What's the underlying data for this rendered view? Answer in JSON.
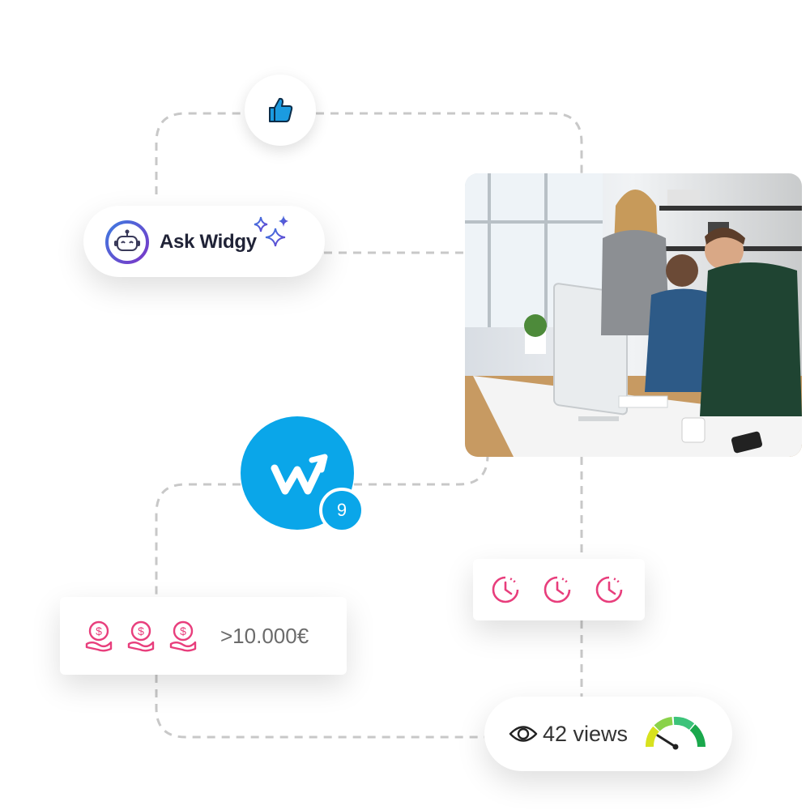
{
  "ask_widgy": {
    "label": "Ask Widgy",
    "icon": "robot-icon",
    "sparkle_icon": "sparkle-icon"
  },
  "thumbs": {
    "icon": "thumbs-up-icon"
  },
  "photo": {
    "alt": "Team working at a computer"
  },
  "widgy_logo": {
    "icon": "widgy-logo-icon",
    "badge_count": "9"
  },
  "money": {
    "amount": ">10.000€",
    "icon": "money-hand-icon",
    "icon_count": 3
  },
  "clocks": {
    "icon": "clock-icon",
    "icon_count": 3
  },
  "views": {
    "count_text": "42 views",
    "icon": "eye-icon",
    "gauge_icon": "gauge-icon"
  },
  "colors": {
    "accent_blue": "#0aa6e9",
    "pink": "#e83e7c",
    "thumb_blue": "#1b9be0",
    "text_dark": "#202337"
  }
}
